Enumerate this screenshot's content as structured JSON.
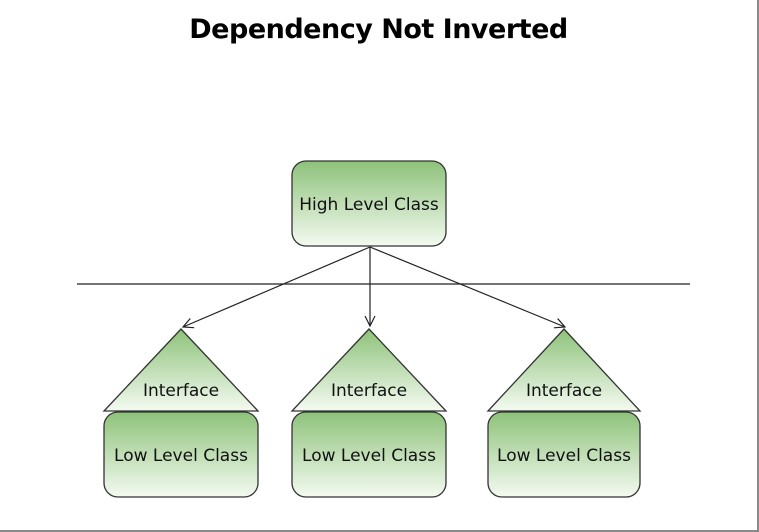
{
  "title": "Dependency Not Inverted",
  "high_level": {
    "label": "High Level Class"
  },
  "modules": [
    {
      "interface_label": "Interface",
      "class_label": "Low Level Class"
    },
    {
      "interface_label": "Interface",
      "class_label": "Low Level Class"
    },
    {
      "interface_label": "Interface",
      "class_label": "Low Level Class"
    }
  ],
  "colors": {
    "fill_dark": "#8dc27a",
    "fill_light": "#f4faf1",
    "stroke": "#333333",
    "line": "#222222"
  }
}
